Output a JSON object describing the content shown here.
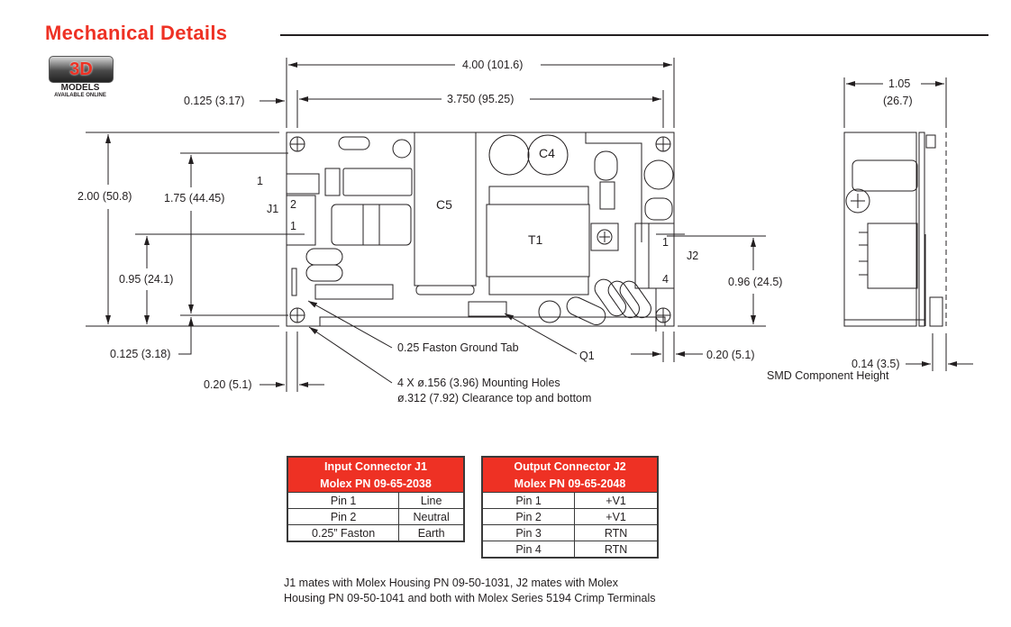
{
  "header": {
    "title": "Mechanical Details",
    "badge_3d": "3D",
    "badge_models": "MODELS",
    "badge_available": "AVAILABLE ONLINE"
  },
  "dimensions": {
    "width_overall": "4.00 (101.6)",
    "width_holes": "3.750 (95.25)",
    "hole_offset_top": "0.125 (3.17)",
    "height_overall": "2.00 (50.8)",
    "height_holes": "1.75 (44.45)",
    "j1_pin1_height": "0.95 (24.1)",
    "hole_offset_bottom": "0.125 (3.18)",
    "faston_offset": "0.20 (5.1)",
    "j2_offset": "0.20 (5.1)",
    "j2_pin1_height": "0.96 (24.5)",
    "depth_in": "1.05",
    "depth_mm": "(26.7)",
    "smd_height": "0.14 (3.5)",
    "smd_label": "SMD Component Height"
  },
  "callouts": {
    "faston": "0.25 Faston Ground Tab",
    "holes": "4 X ø.156 (3.96) Mounting Holes",
    "clearance": "ø.312 (7.92) Clearance top and bottom",
    "q1": "Q1",
    "j1": "J1",
    "j2": "J2",
    "j1_pin_outside": "1",
    "j1_pin2": "2",
    "j1_pin1": "1",
    "j2_pin1": "1",
    "j2_pin4": "4",
    "c4": "C4",
    "c5": "C5",
    "t1": "T1"
  },
  "table_j1": {
    "title": "Input Connector J1",
    "pn": "Molex PN 09-65-2038",
    "rows": [
      [
        "Pin 1",
        "Line"
      ],
      [
        "Pin 2",
        "Neutral"
      ],
      [
        "0.25” Faston",
        "Earth"
      ]
    ]
  },
  "table_j2": {
    "title": "Output Connector J2",
    "pn": "Molex PN 09-65-2048",
    "rows": [
      [
        "Pin 1",
        "+V1"
      ],
      [
        "Pin 2",
        "+V1"
      ],
      [
        "Pin 3",
        "RTN"
      ],
      [
        "Pin 4",
        "RTN"
      ]
    ]
  },
  "notes": "J1 mates with Molex Housing PN 09-50-1031, J2 mates with Molex Housing PN 09-50-1041 and both with Molex Series 5194 Crimp Terminals",
  "colors": {
    "accent": "#ee3124",
    "ink": "#231f20"
  }
}
